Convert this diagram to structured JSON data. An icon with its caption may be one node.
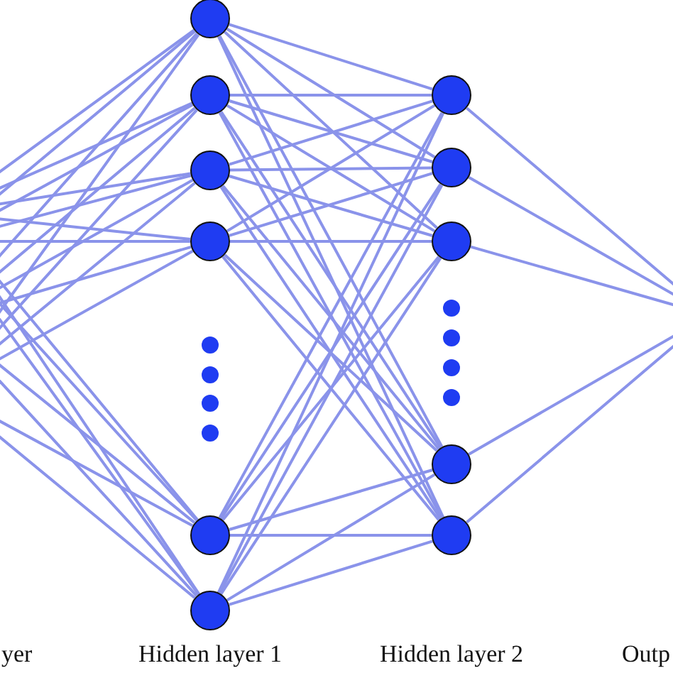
{
  "diagram": {
    "nodes": [
      {
        "text": [],
        "shape": "circle"
      },
      {
        "text": [],
        "shape": "circle"
      },
      {
        "text": [],
        "shape": "circle"
      },
      {
        "text": [],
        "shape": "circle"
      },
      {
        "text": [],
        "shape": "circle"
      },
      {
        "text": [],
        "shape": "circle"
      },
      {
        "text": [],
        "shape": "circle"
      },
      {
        "text": [],
        "shape": "circle"
      },
      {
        "text": [],
        "shape": "circle"
      },
      {
        "text": [],
        "shape": "circle"
      },
      {
        "text": [],
        "shape": "circle"
      }
    ],
    "edges": [
      {
        "from": null,
        "to": 0,
        "arrow": "none"
      },
      {
        "from": null,
        "to": 1,
        "arrow": "none"
      },
      {
        "from": null,
        "to": 2,
        "arrow": "none"
      },
      {
        "from": null,
        "to": 3,
        "arrow": "none"
      },
      {
        "from": null,
        "to": 4,
        "arrow": "none"
      },
      {
        "from": null,
        "to": 5,
        "arrow": "none"
      },
      {
        "from": null,
        "to": 0,
        "arrow": "none"
      },
      {
        "from": null,
        "to": 1,
        "arrow": "none"
      },
      {
        "from": null,
        "to": 2,
        "arrow": "none"
      },
      {
        "from": null,
        "to": 3,
        "arrow": "none"
      },
      {
        "from": null,
        "to": 4,
        "arrow": "none"
      },
      {
        "from": null,
        "to": 5,
        "arrow": "none"
      },
      {
        "from": null,
        "to": 0,
        "arrow": "none"
      },
      {
        "from": null,
        "to": 1,
        "arrow": "none"
      },
      {
        "from": null,
        "to": 2,
        "arrow": "none"
      },
      {
        "from": null,
        "to": 3,
        "arrow": "none"
      },
      {
        "from": null,
        "to": 4,
        "arrow": "none"
      },
      {
        "from": null,
        "to": 5,
        "arrow": "none"
      },
      {
        "from": null,
        "to": 0,
        "arrow": "none"
      },
      {
        "from": null,
        "to": 1,
        "arrow": "none"
      },
      {
        "from": null,
        "to": 2,
        "arrow": "none"
      },
      {
        "from": null,
        "to": 3,
        "arrow": "none"
      },
      {
        "from": null,
        "to": 4,
        "arrow": "none"
      },
      {
        "from": null,
        "to": 5,
        "arrow": "none"
      },
      {
        "from": 0,
        "to": 6,
        "arrow": "none"
      },
      {
        "from": 0,
        "to": 7,
        "arrow": "none"
      },
      {
        "from": 0,
        "to": 8,
        "arrow": "none"
      },
      {
        "from": 0,
        "to": 9,
        "arrow": "none"
      },
      {
        "from": 0,
        "to": 10,
        "arrow": "none"
      },
      {
        "from": 1,
        "to": 6,
        "arrow": "none"
      },
      {
        "from": 1,
        "to": 7,
        "arrow": "none"
      },
      {
        "from": 1,
        "to": 8,
        "arrow": "none"
      },
      {
        "from": 1,
        "to": 9,
        "arrow": "none"
      },
      {
        "from": 1,
        "to": 10,
        "arrow": "none"
      },
      {
        "from": 2,
        "to": 6,
        "arrow": "none"
      },
      {
        "from": 2,
        "to": 7,
        "arrow": "none"
      },
      {
        "from": 2,
        "to": 8,
        "arrow": "none"
      },
      {
        "from": 2,
        "to": 9,
        "arrow": "none"
      },
      {
        "from": 2,
        "to": 10,
        "arrow": "none"
      },
      {
        "from": 3,
        "to": 6,
        "arrow": "none"
      },
      {
        "from": 3,
        "to": 7,
        "arrow": "none"
      },
      {
        "from": 3,
        "to": 8,
        "arrow": "none"
      },
      {
        "from": 3,
        "to": 9,
        "arrow": "none"
      },
      {
        "from": 3,
        "to": 10,
        "arrow": "none"
      },
      {
        "from": 4,
        "to": 6,
        "arrow": "none"
      },
      {
        "from": 4,
        "to": 7,
        "arrow": "none"
      },
      {
        "from": 4,
        "to": 8,
        "arrow": "none"
      },
      {
        "from": 4,
        "to": 9,
        "arrow": "none"
      },
      {
        "from": 4,
        "to": 10,
        "arrow": "none"
      },
      {
        "from": 5,
        "to": 6,
        "arrow": "none"
      },
      {
        "from": 5,
        "to": 7,
        "arrow": "none"
      },
      {
        "from": 5,
        "to": 8,
        "arrow": "none"
      },
      {
        "from": 5,
        "to": 9,
        "arrow": "none"
      },
      {
        "from": 5,
        "to": 10,
        "arrow": "none"
      },
      {
        "from": 6,
        "to": null,
        "arrow": "none"
      },
      {
        "from": 7,
        "to": null,
        "arrow": "none"
      },
      {
        "from": 8,
        "to": null,
        "arrow": "none"
      },
      {
        "from": 9,
        "to": null,
        "arrow": "none"
      },
      {
        "from": 10,
        "to": null,
        "arrow": "none"
      }
    ],
    "labels": [
      "yer",
      "Hidden layer 1",
      "Hidden layer 2",
      "Outp"
    ]
  }
}
